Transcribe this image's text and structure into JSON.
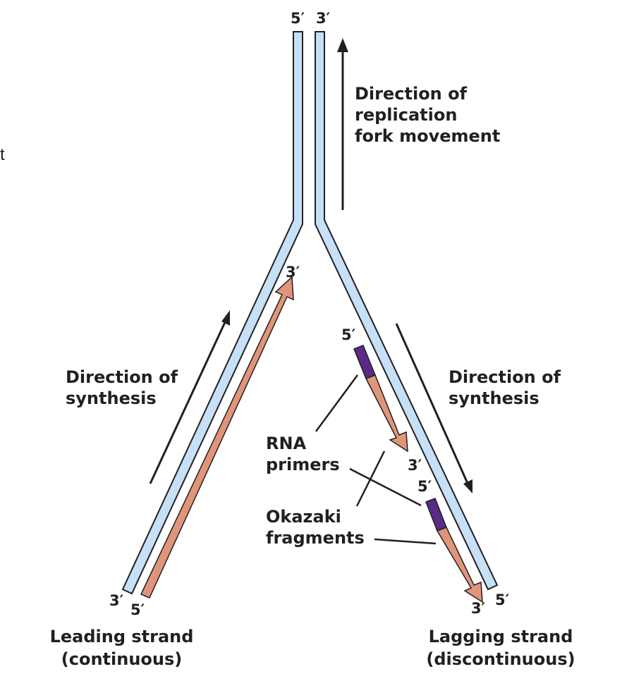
{
  "fragment_text": "t",
  "ends": {
    "top_left": "5′",
    "top_right": "3′",
    "leading_3": "3′",
    "leading_bottom_3": "3′",
    "leading_bottom_5": "5′",
    "okazaki1_5": "5′",
    "okazaki1_3": "3′",
    "okazaki2_5": "5′",
    "lagging_bottom_3": "3′",
    "lagging_bottom_5": "5′"
  },
  "labels": {
    "fork": "Direction of\nreplication\nfork movement",
    "synth_left": "Direction of\nsynthesis",
    "synth_right": "Direction of\nsynthesis",
    "rna": "RNA\nprimers",
    "okazaki": "Okazaki\nfragments"
  },
  "captions": {
    "leading": "Leading strand\n(continuous)",
    "lagging": "Lagging strand\n(discontinuous)"
  },
  "colors": {
    "parent_strand": "#c6e0f7",
    "new_strand": "#e0957a",
    "primer": "#5b2a86",
    "outline": "#231f20"
  }
}
